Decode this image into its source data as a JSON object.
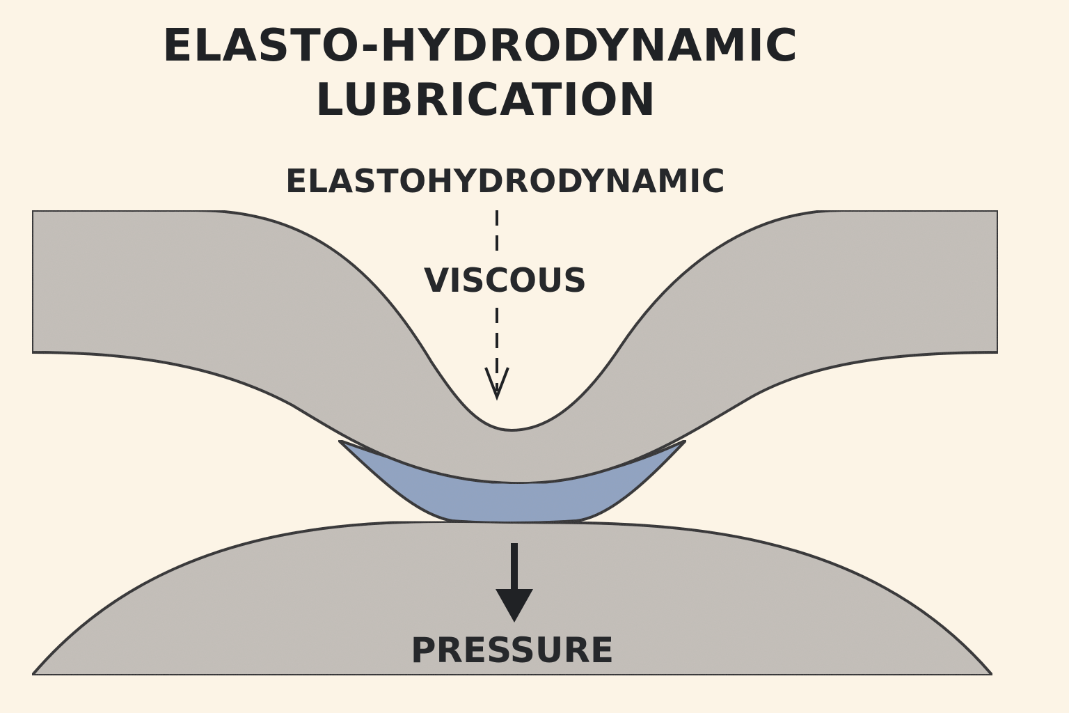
{
  "title": {
    "line1": "ELASTO-HYDRODYNAMIC",
    "line2": "LUBRICATION"
  },
  "labels": {
    "elastohydrodynamic": "ELASTOHYDRODYNAMIC",
    "viscous": "VISCOUS",
    "pressure": "PRESSURE"
  },
  "colors": {
    "background": "#fcf4e6",
    "solid": "#c6c1bb",
    "outline": "#202225",
    "lubricant": "#90a4c4"
  }
}
